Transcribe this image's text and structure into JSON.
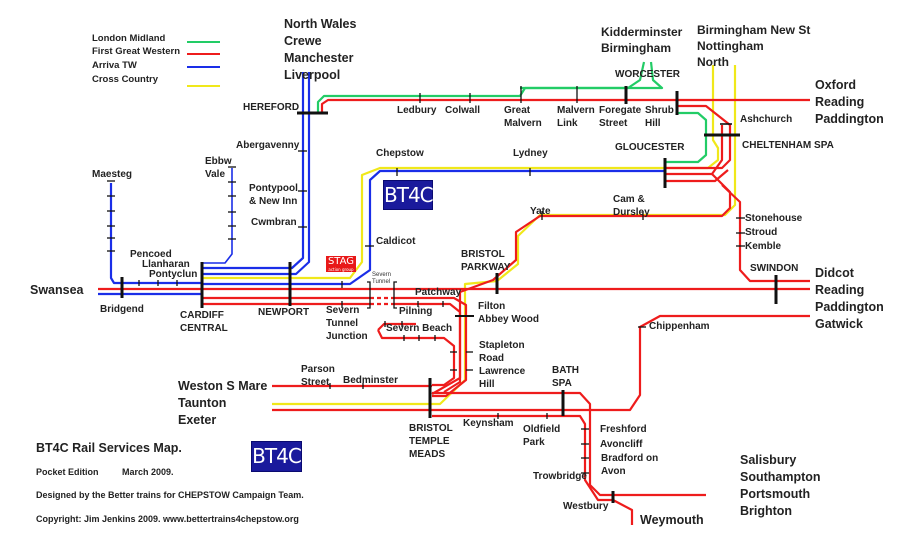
{
  "title": "BT4C Rail Services Map.",
  "edition": "Pocket Edition",
  "date": "March 2009.",
  "designed_by": "Designed by the Better trains for CHEPSTOW Campaign Team.",
  "copyright": "Copyright: Jim Jenkins 2009.  www.bettertrains4chepstow.org",
  "logo_text": "BT4C",
  "stag_logo": {
    "title": "STAG",
    "subtitle": "action group"
  },
  "legend": [
    {
      "label": "London Midland",
      "color": "#22cc66"
    },
    {
      "label": "First Great Western",
      "color": "#ee1c1c"
    },
    {
      "label": "Arriva TW",
      "color": "#1a2ee8"
    },
    {
      "label": "Cross Country",
      "color": "#f0e81a"
    }
  ],
  "colors": {
    "london_midland": "#22cc66",
    "fgw": "#ee1c1c",
    "arriva": "#1a2ee8",
    "cross_country": "#f0e81a",
    "station_tick": "#111111",
    "bt4c_blue": "#1a1a9c",
    "stag_red": "#e81818"
  },
  "destinations": {
    "north_wales": "North Wales\nCrewe\nManchester\nLiverpool",
    "kidderminster": "Kidderminster\nBirmingham",
    "birmingham_north": "Birmingham New St\nNottingham\nNorth",
    "oxford": "Oxford\nReading\nPaddington",
    "swansea": "Swansea",
    "didcot": "Didcot\nReading\nPaddington\nGatwick",
    "weston": "Weston S Mare\nTaunton\nExeter",
    "salisbury": "Salisbury\nSouthampton\nPortsmouth\nBrighton",
    "weymouth": "Weymouth"
  },
  "hubs": {
    "hereford": "HEREFORD",
    "worcester": "WORCESTER",
    "gloucester": "GLOUCESTER",
    "cheltenham": "CHELTENHAM SPA",
    "swindon": "SWINDON",
    "cardiff": "CARDIFF\nCENTRAL",
    "newport": "NEWPORT",
    "bristol_parkway": "BRISTOL\nPARKWAY",
    "bristol_tm": "BRISTOL\nTEMPLE\nMEADS",
    "bath": "BATH\nSPA"
  },
  "stations": {
    "ledbury": "Ledbury",
    "colwall": "Colwall",
    "great_malvern": "Great\nMalvern",
    "malvern_link": "Malvern\nLink",
    "foregate": "Foregate\nStreet",
    "shrub_hill": "Shrub\nHill",
    "ashchurch": "Ashchurch",
    "abergavenny": "Abergavenny",
    "pontypool": "Pontypool\n& New Inn",
    "cwmbran": "Cwmbran",
    "ebbw_vale": "Ebbw\nVale",
    "maesteg": "Maesteg",
    "pencoed": "Pencoed",
    "llanharan": "Llanharan",
    "pontyclun": "Pontyclun",
    "bridgend": "Bridgend",
    "chepstow": "Chepstow",
    "lydney": "Lydney",
    "caldicot": "Caldicot",
    "yate": "Yate",
    "cam_dursley": "Cam &\nDursley",
    "stonehouse": "Stonehouse",
    "stroud": "Stroud",
    "kemble": "Kemble",
    "severn_tunnel": "Severn\nTunnel",
    "severn_tunnel_jn": "Severn\nTunnel\nJunction",
    "pilning": "Pilning",
    "patchway": "Patchway",
    "severn_beach": "Severn Beach",
    "filton": "Filton\nAbbey Wood",
    "stapleton": "Stapleton\nRoad",
    "lawrence_hill": "Lawrence\nHill",
    "parson_street": "Parson\nStreet",
    "bedminster": "Bedminster",
    "keynsham": "Keynsham",
    "oldfield_park": "Oldfield\nPark",
    "chippenham": "Chippenham",
    "freshford": "Freshford",
    "avoncliff": "Avoncliff",
    "bradford": "Bradford on\nAvon",
    "trowbridge": "Trowbridge",
    "westbury": "Westbury"
  }
}
